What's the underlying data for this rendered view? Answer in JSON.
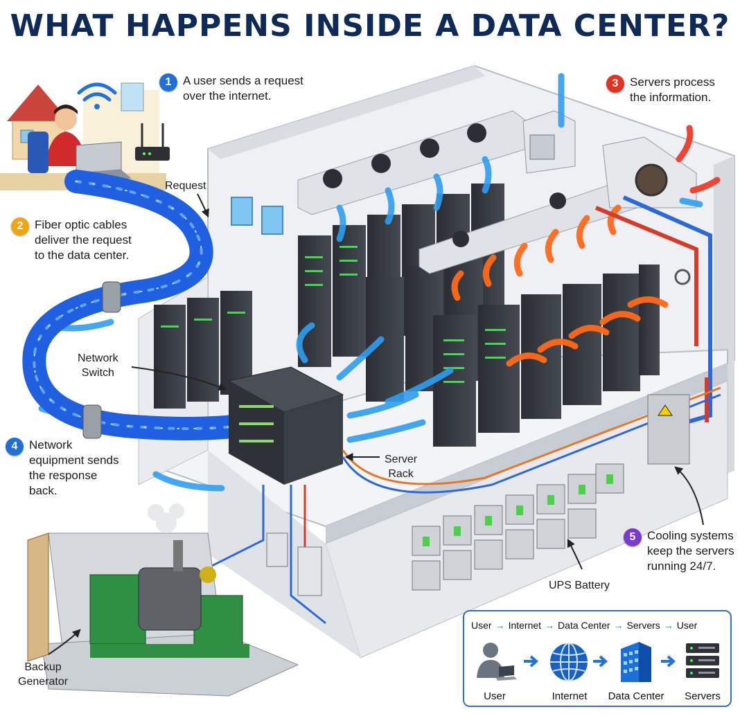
{
  "title": "WHAT HAPPENS INSIDE A DATA CENTER?",
  "colors": {
    "step1": "#1f6fd6",
    "step2": "#f0a512",
    "step3": "#e23222",
    "step4": "#1f6fd6",
    "step5": "#7a3ad0",
    "fiber": "#1f5fe0",
    "hot_air": "#ff6a1a",
    "cold_air": "#2f9df0"
  },
  "steps": [
    {
      "number": "1",
      "lines": [
        "A user sends a request",
        "over the internet."
      ]
    },
    {
      "number": "2",
      "lines": [
        "Fiber optic cables",
        "deliver the request",
        "to the data center."
      ]
    },
    {
      "number": "3",
      "lines": [
        "Servers process",
        "the information."
      ]
    },
    {
      "number": "4",
      "lines": [
        "Network",
        "equipment sends",
        "the response",
        "back."
      ]
    },
    {
      "number": "5",
      "lines": [
        "Cooling systems",
        "keep the servers",
        "running 24/7."
      ]
    }
  ],
  "callouts": {
    "request": "Request",
    "network_switch": [
      "Network",
      "Switch"
    ],
    "server_rack": [
      "Server",
      "Rack"
    ],
    "ups_battery": "UPS Battery",
    "backup_generator": [
      "Backup",
      "Generator"
    ]
  },
  "flow": {
    "sequence": [
      "User",
      "Internet",
      "Data Center",
      "Servers",
      "User"
    ],
    "arrow": "→",
    "icons": [
      {
        "label": "User",
        "icon": "user-laptop-icon"
      },
      {
        "label": "Internet",
        "icon": "globe-icon"
      },
      {
        "label": "Data Center",
        "icon": "building-icon"
      },
      {
        "label": "Servers",
        "icon": "server-stack-icon"
      }
    ]
  }
}
